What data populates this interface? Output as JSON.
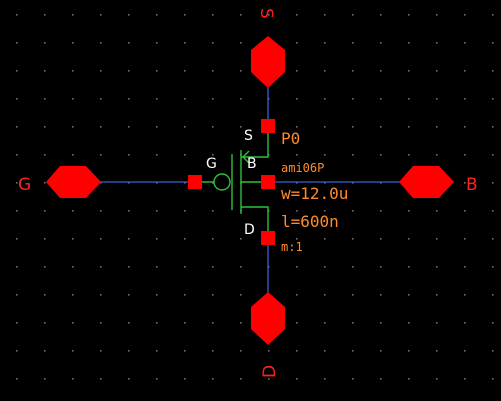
{
  "pins": {
    "source": "S",
    "gate": "G",
    "bulk": "B",
    "drain": "D"
  },
  "device": {
    "instance_name": "P0",
    "model": "ami06P",
    "width": "w=12.0u",
    "length": "l=600n",
    "multiplier": "m:1"
  },
  "terminal_labels": {
    "source": "S",
    "gate": "G",
    "bulk": "B",
    "drain": "D"
  },
  "colors": {
    "background": "#000000",
    "grid_dot": "#6f6f6f",
    "wire": "#3b5fd6",
    "pin_fill": "#ff0000",
    "device_line": "#2fbf3a",
    "label_red": "#ff2020",
    "label_orange": "#ff8a2a",
    "label_white": "#ffffff"
  }
}
